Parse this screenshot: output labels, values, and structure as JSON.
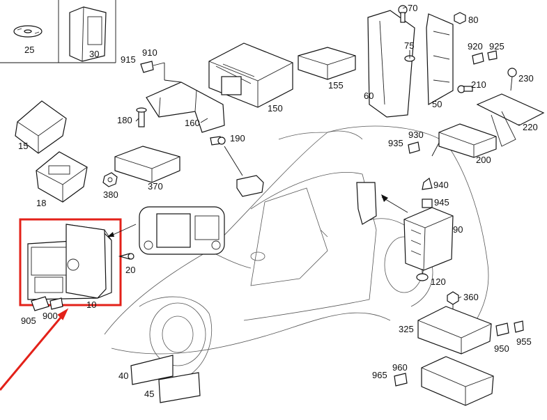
{
  "colors": {
    "highlight": "#e32119",
    "line": "#111111",
    "car": "#555555"
  },
  "callouts": [
    {
      "id": "25",
      "text": "25"
    },
    {
      "id": "30",
      "text": "30"
    },
    {
      "id": "70",
      "text": "70"
    },
    {
      "id": "80",
      "text": "80"
    },
    {
      "id": "75",
      "text": "75"
    },
    {
      "id": "910",
      "text": "910"
    },
    {
      "id": "915",
      "text": "915"
    },
    {
      "id": "920",
      "text": "920"
    },
    {
      "id": "925",
      "text": "925"
    },
    {
      "id": "230",
      "text": "230"
    },
    {
      "id": "155",
      "text": "155"
    },
    {
      "id": "210",
      "text": "210"
    },
    {
      "id": "60",
      "text": "60"
    },
    {
      "id": "50",
      "text": "50"
    },
    {
      "id": "150",
      "text": "150"
    },
    {
      "id": "180",
      "text": "180"
    },
    {
      "id": "160",
      "text": "160"
    },
    {
      "id": "190",
      "text": "190"
    },
    {
      "id": "220",
      "text": "220"
    },
    {
      "id": "930",
      "text": "930"
    },
    {
      "id": "935",
      "text": "935"
    },
    {
      "id": "15",
      "text": "15"
    },
    {
      "id": "200",
      "text": "200"
    },
    {
      "id": "370",
      "text": "370"
    },
    {
      "id": "940",
      "text": "940"
    },
    {
      "id": "380",
      "text": "380"
    },
    {
      "id": "18",
      "text": "18"
    },
    {
      "id": "945",
      "text": "945"
    },
    {
      "id": "90",
      "text": "90"
    },
    {
      "id": "20",
      "text": "20"
    },
    {
      "id": "120",
      "text": "120"
    },
    {
      "id": "10",
      "text": "10"
    },
    {
      "id": "360",
      "text": "360"
    },
    {
      "id": "905",
      "text": "905"
    },
    {
      "id": "900",
      "text": "900"
    },
    {
      "id": "325",
      "text": "325"
    },
    {
      "id": "950",
      "text": "950"
    },
    {
      "id": "955",
      "text": "955"
    },
    {
      "id": "960",
      "text": "960"
    },
    {
      "id": "965",
      "text": "965"
    },
    {
      "id": "40",
      "text": "40"
    },
    {
      "id": "45",
      "text": "45"
    }
  ]
}
